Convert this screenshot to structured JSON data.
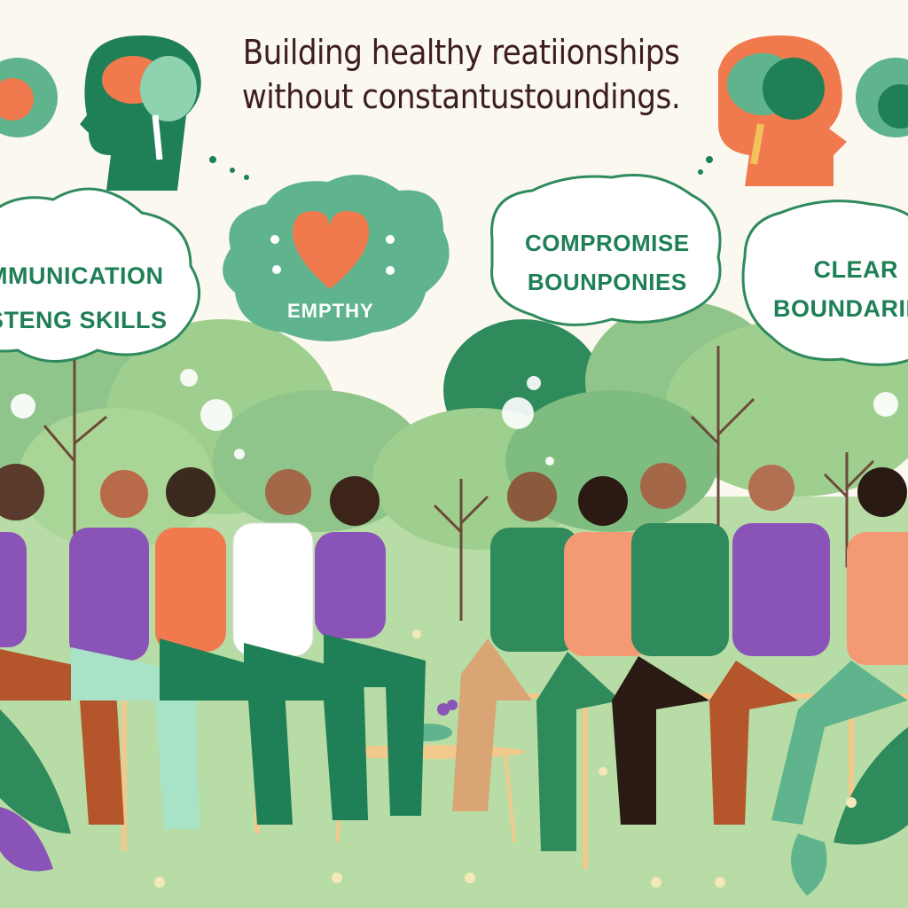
{
  "title": {
    "line1": "Building healthy reatiionships",
    "line2": "without constantustoundings."
  },
  "bubbles": {
    "communication": {
      "line1": "MMUNICATION",
      "line2": "STENG SKILLS"
    },
    "empathy": {
      "label": "EMPTHY"
    },
    "compromise": {
      "line1": "COMPROMISE",
      "line2": "BOUNPONIES"
    },
    "boundaries": {
      "line1": "CLEAR",
      "line2": "BOUNDARIES"
    }
  },
  "colors": {
    "dark_green": "#1f7f56",
    "mint": "#5fb48d",
    "coral": "#f07a4e",
    "purple": "#8a53b8",
    "background_green": "#9fcf8f"
  },
  "icons": [
    "brain-head-icon",
    "heart-icon",
    "flower-icon",
    "leaf-icon"
  ]
}
